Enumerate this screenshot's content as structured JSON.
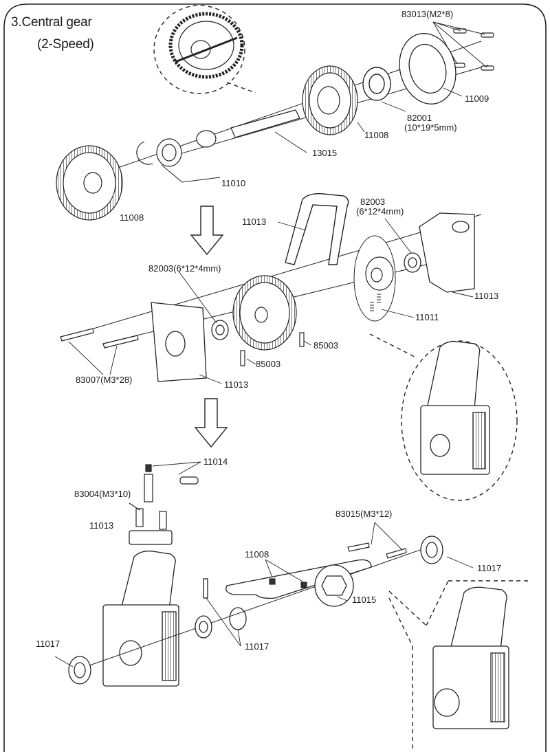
{
  "section": {
    "title": "3.Central gear",
    "subtitle": "(2-Speed)"
  },
  "parts": [
    {
      "id": "p-83013",
      "text": "83013(M2*8)"
    },
    {
      "id": "p-11009",
      "text": "11009"
    },
    {
      "id": "p-82001",
      "text": "82001"
    },
    {
      "id": "p-82001-size",
      "text": "(10*19*5mm)"
    },
    {
      "id": "p-11008-top",
      "text": "11008"
    },
    {
      "id": "p-13015",
      "text": "13015"
    },
    {
      "id": "p-11010",
      "text": "11010"
    },
    {
      "id": "p-11008-left",
      "text": "11008"
    },
    {
      "id": "p-11013-a",
      "text": "11013"
    },
    {
      "id": "p-82003-a",
      "text": "82003"
    },
    {
      "id": "p-82003-a-size",
      "text": "(6*12*4mm)"
    },
    {
      "id": "p-82003-b",
      "text": "82003(6*12*4mm)"
    },
    {
      "id": "p-11013-b",
      "text": "11013"
    },
    {
      "id": "p-11011",
      "text": "11011"
    },
    {
      "id": "p-85003-a",
      "text": "85003"
    },
    {
      "id": "p-85003-b",
      "text": "85003"
    },
    {
      "id": "p-83007",
      "text": "83007(M3*28)"
    },
    {
      "id": "p-11013-c",
      "text": "11013"
    },
    {
      "id": "p-11014",
      "text": "11014"
    },
    {
      "id": "p-83004",
      "text": "83004(M3*10)"
    },
    {
      "id": "p-11013-d",
      "text": "11013"
    },
    {
      "id": "p-83015",
      "text": "83015(M3*12)"
    },
    {
      "id": "p-11008-c",
      "text": "11008"
    },
    {
      "id": "p-11017-a",
      "text": "11017"
    },
    {
      "id": "p-11015",
      "text": "11015"
    },
    {
      "id": "p-11017-b",
      "text": "11017"
    },
    {
      "id": "p-11017-c",
      "text": "11017"
    }
  ]
}
